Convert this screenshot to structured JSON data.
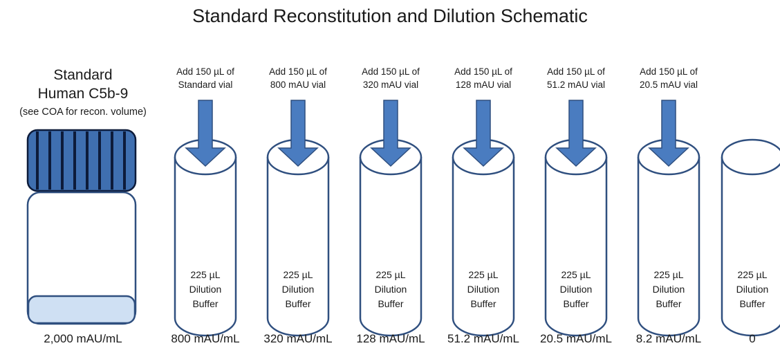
{
  "title": "Standard Reconstitution and Dilution Schematic",
  "standard": {
    "line1": "Standard",
    "line2": "Human C5b-9",
    "note": "(see COA for recon. volume)",
    "concentration": "2,000 mAU/mL"
  },
  "colors": {
    "outline": "#2f4f7f",
    "cap_fill": "#3f6fb0",
    "cap_stripe": "#0d1b3a",
    "arrow_fill": "#4a7cc0",
    "powder_fill": "#cfe0f3"
  },
  "tubes": [
    {
      "add_line1": "Add 150 µL of",
      "add_line2": "Standard vial",
      "buffer_line1": "225 µL",
      "buffer_line2": "Dilution",
      "buffer_line3": "Buffer",
      "concentration": "800 mAU/mL"
    },
    {
      "add_line1": "Add 150 µL of",
      "add_line2": "800 mAU vial",
      "buffer_line1": "225 µL",
      "buffer_line2": "Dilution",
      "buffer_line3": "Buffer",
      "concentration": "320 mAU/mL"
    },
    {
      "add_line1": "Add 150 µL of",
      "add_line2": "320 mAU vial",
      "buffer_line1": "225 µL",
      "buffer_line2": "Dilution",
      "buffer_line3": "Buffer",
      "concentration": "128 mAU/mL"
    },
    {
      "add_line1": "Add 150 µL of",
      "add_line2": "128 mAU vial",
      "buffer_line1": "225 µL",
      "buffer_line2": "Dilution",
      "buffer_line3": "Buffer",
      "concentration": "51.2 mAU/mL"
    },
    {
      "add_line1": "Add 150 µL of",
      "add_line2": "51.2 mAU vial",
      "buffer_line1": "225 µL",
      "buffer_line2": "Dilution",
      "buffer_line3": "Buffer",
      "concentration": "20.5 mAU/mL"
    },
    {
      "add_line1": "Add 150 µL of",
      "add_line2": "20.5 mAU vial",
      "buffer_line1": "225 µL",
      "buffer_line2": "Dilution",
      "buffer_line3": "Buffer",
      "concentration": "8.2 mAU/mL"
    },
    {
      "add_line1": "",
      "add_line2": "",
      "buffer_line1": "225 µL",
      "buffer_line2": "Dilution",
      "buffer_line3": "Buffer",
      "concentration": "0"
    }
  ]
}
